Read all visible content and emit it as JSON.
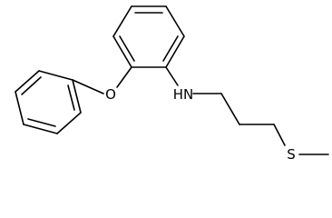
{
  "molecule": {
    "atoms": {
      "oxygen": "O",
      "amine": "HN",
      "sulfur": "S"
    }
  },
  "colors": {
    "bond": "#000000",
    "label": "#000000",
    "background": "#ffffff"
  }
}
